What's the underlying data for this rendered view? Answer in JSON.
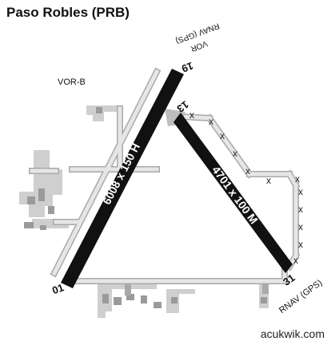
{
  "title": "Paso Robles (PRB)",
  "watermark": "acukwik.com",
  "labels": {
    "vor_b": "VOR-B",
    "approach_19_vor": "VOR",
    "approach_19_rnav": "RNAV (GPS)",
    "approach_31_rnav": "RNAV (GPS)"
  },
  "runways": [
    {
      "id": "01/19",
      "dimensions": "6008 x 150 H",
      "end_a": "01",
      "end_b": "19"
    },
    {
      "id": "13/31",
      "dimensions": "4701 x 100 M",
      "end_a": "13",
      "end_b": "31"
    }
  ],
  "colors": {
    "runway": "#111111",
    "taxiway": "#d4d4d4",
    "taxiway_edge": "#a9a9a9",
    "buildings": "#9a9a9a",
    "marker": "#222222",
    "text": "#111111"
  },
  "closed_marker": "x"
}
